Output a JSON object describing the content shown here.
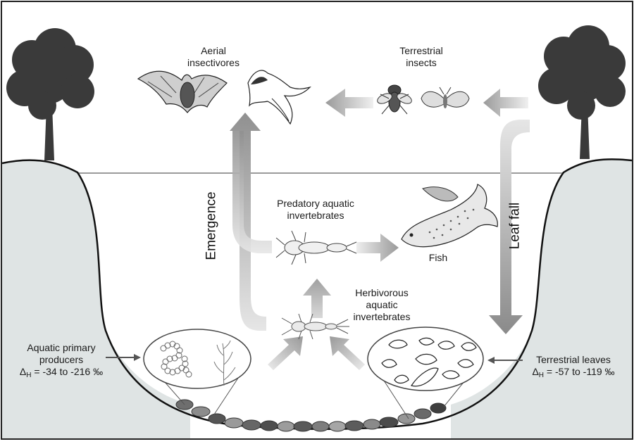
{
  "diagram": {
    "nodes": {
      "aerial_insectivores": {
        "line1": "Aerial",
        "line2": "insectivores"
      },
      "terrestrial_insects": {
        "line1": "Terrestrial",
        "line2": "insects"
      },
      "predatory_invertebrates": {
        "line1": "Predatory aquatic",
        "line2": "invertebrates"
      },
      "fish": {
        "label": "Fish"
      },
      "herbivorous_invertebrates": {
        "line1": "Herbivorous",
        "line2": "aquatic",
        "line3": "invertebrates"
      },
      "aquatic_primary_producers": {
        "line1": "Aquatic primary",
        "line2": "producers",
        "delta_symbol": "Δ",
        "delta_sub": "H",
        "range": "= -34 to -216 ‰"
      },
      "terrestrial_leaves": {
        "line1": "Terrestrial leaves",
        "delta_symbol": "Δ",
        "delta_sub": "H",
        "range": "= -57 to -119 ‰"
      }
    },
    "flows": {
      "emergence": "Emergence",
      "leaf_fall": "Leaf fall"
    },
    "icons": [
      "tree-icon",
      "bat-icon",
      "swallow-icon",
      "fly-icon",
      "moth-icon",
      "fish-icon",
      "stonefly-nymph-icon",
      "mayfly-nymph-icon",
      "algae-icon",
      "leaf-icon",
      "pebble-icon"
    ],
    "colors": {
      "water_fill": "#dfe4e4",
      "arrow_light": "#e8e8e8",
      "arrow_dark": "#8e8e8e",
      "tree": "#3a3a3a"
    }
  }
}
